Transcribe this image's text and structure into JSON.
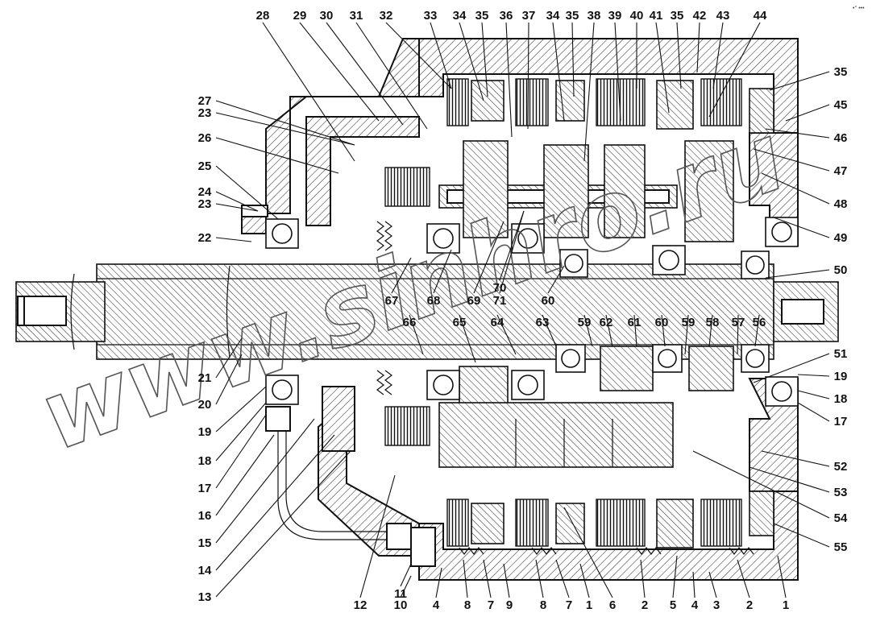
{
  "watermark": "www.sinhro.ru",
  "corner_mark": "•° •••",
  "callouts_top": [
    "28",
    "29",
    "30",
    "31",
    "32",
    "33",
    "34",
    "35",
    "36",
    "37",
    "34",
    "35",
    "38",
    "39",
    "40",
    "41",
    "35",
    "42",
    "43",
    "44"
  ],
  "callouts_right": [
    "35",
    "45",
    "46",
    "47",
    "48",
    "49",
    "50",
    "51",
    "19",
    "18",
    "17",
    "52",
    "53",
    "54",
    "55"
  ],
  "callouts_bottom": [
    "12",
    "11",
    "10",
    "4",
    "8",
    "7",
    "9",
    "8",
    "7",
    "1",
    "6",
    "2",
    "5",
    "4",
    "3",
    "2",
    "1"
  ],
  "callouts_left": [
    "27",
    "23",
    "26",
    "25",
    "24",
    "23",
    "22",
    "21",
    "20",
    "19",
    "18",
    "17",
    "16",
    "15",
    "14",
    "13"
  ],
  "callouts_center": [
    "67",
    "68",
    "69",
    "70",
    "71",
    "60",
    "66",
    "65",
    "64",
    "63",
    "59",
    "62",
    "61",
    "60",
    "59",
    "58",
    "57",
    "56"
  ]
}
